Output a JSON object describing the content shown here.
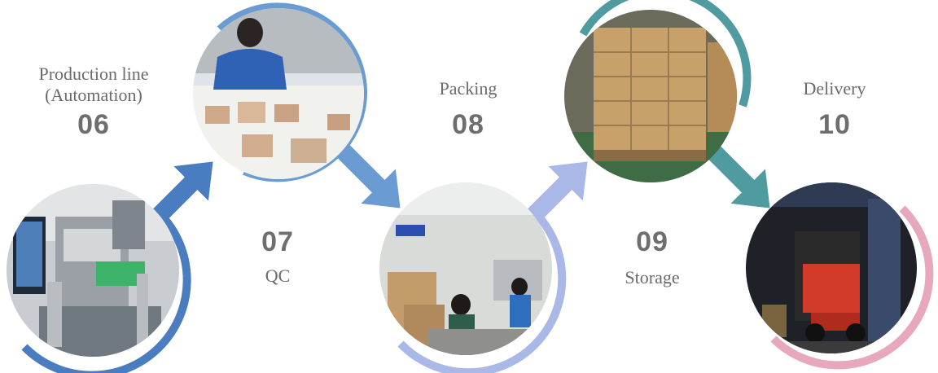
{
  "steps": [
    {
      "number": "06",
      "label_line1": "Production line",
      "label_line2": "(Automation)",
      "photo": "automation-machine-photo",
      "ring_color": "#4a7cc0"
    },
    {
      "number": "07",
      "label_line1": "QC",
      "photo": "qc-workers-photo",
      "ring_color": "#6a9bd3"
    },
    {
      "number": "08",
      "label_line1": "Packing",
      "photo": "packing-room-photo",
      "ring_color": "#a9b8e6"
    },
    {
      "number": "09",
      "label_line1": "Storage",
      "photo": "warehouse-pallet-photo",
      "ring_color": "#4f9ba0"
    },
    {
      "number": "10",
      "label_line1": "Delivery",
      "photo": "forklift-container-photo",
      "ring_color": "#e7a7bd"
    }
  ],
  "arrows": [
    {
      "name": "arrow-06-07",
      "color": "#4a7cc0"
    },
    {
      "name": "arrow-07-08",
      "color": "#6a9bd3"
    },
    {
      "name": "arrow-08-09",
      "color": "#a9b8e6"
    },
    {
      "name": "arrow-09-10",
      "color": "#4f9ba0"
    }
  ]
}
